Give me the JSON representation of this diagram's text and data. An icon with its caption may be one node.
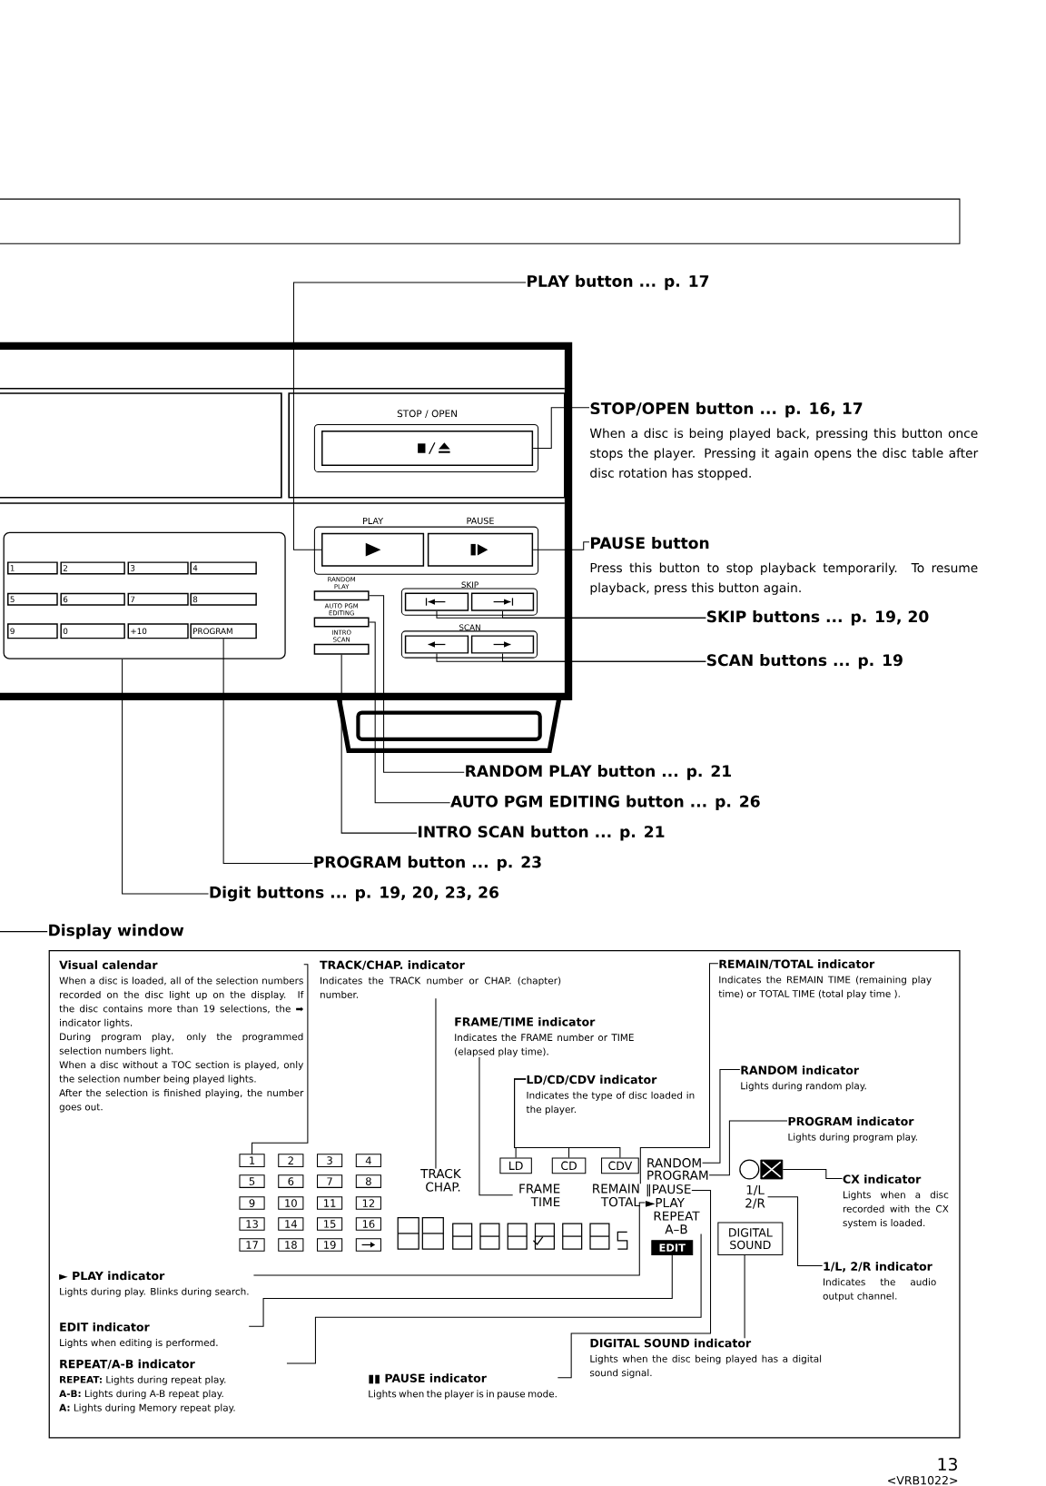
{
  "diagram": {
    "nodes": [
      {
        "text": [
          "PLAY button ... p. 17"
        ]
      },
      {
        "text": [
          "STOP/OPEN button ... p. 16, 17",
          "When a disc is being played back, pressing this button once stops the player. Pressing it again opens the disc table after disc rotation has stopped."
        ]
      },
      {
        "text": [
          "PAUSE button",
          "Press this button to stop playback temporarily. To resume playback, press this button again."
        ]
      },
      {
        "text": [
          "SKIP buttons ... p. 19, 20"
        ]
      },
      {
        "text": [
          "SCAN buttons ... p. 19"
        ]
      },
      {
        "text": [
          "RANDOM PLAY button ... p. 21"
        ]
      },
      {
        "text": [
          "AUTO PGM EDITING button ... p. 26"
        ]
      },
      {
        "text": [
          "INTRO SCAN button ... p. 21"
        ]
      },
      {
        "text": [
          "PROGRAM button ... p. 23"
        ]
      },
      {
        "text": [
          "Digit buttons ... p. 19, 20, 23, 26"
        ]
      },
      {
        "text": [
          "Display window"
        ]
      },
      {
        "text": [
          "STOP / OPEN"
        ]
      },
      {
        "text": [
          "PLAY"
        ]
      },
      {
        "text": [
          "PAUSE"
        ]
      },
      {
        "text": [],
        "shape": "box"
      },
      {
        "text": [],
        "shape": "box"
      },
      {
        "text": [],
        "shape": "box"
      },
      {
        "text": [],
        "shape": "box"
      },
      {
        "text": [
          "RANDOM PLAY"
        ]
      },
      {
        "text": [
          "AUTO PGM EDITING"
        ]
      },
      {
        "text": [
          "INTRO SCAN"
        ]
      },
      {
        "text": [],
        "shape": "box"
      },
      {
        "text": [
          "1"
        ],
        "in": 21
      },
      {
        "text": [
          "2"
        ],
        "in": 21
      },
      {
        "text": [
          "3"
        ],
        "in": 21
      },
      {
        "text": [
          "4"
        ],
        "in": 21
      },
      {
        "text": [
          "5"
        ],
        "in": 21
      },
      {
        "text": [
          "6"
        ],
        "in": 21
      },
      {
        "text": [
          "7"
        ],
        "in": 21
      },
      {
        "text": [
          "8"
        ],
        "in": 21
      },
      {
        "text": [
          "9"
        ],
        "in": 21
      },
      {
        "text": [
          "0"
        ],
        "in": 21
      },
      {
        "text": [
          "+10"
        ],
        "in": 21
      },
      {
        "text": [
          "PROGRAM"
        ],
        "in": 21
      },
      {
        "text": [
          "Visual calendar",
          "When a disc is loaded, all of the selection numbers recorded on the disc light up on the display. If the disc contains more than 19 selections, the ➡ indicator lights.",
          "During program play, only the programmed selection numbers light.",
          "When a disc without a TOC section is played, only the selection number being played lights.",
          "After the selection is finished playing, the number goes out."
        ]
      },
      {
        "text": [
          "TRACK/CHAP. indicator",
          "Indicates the TRACK number or CHAP. (chapter) number."
        ]
      },
      {
        "text": [
          "FRAME/TIME indicator",
          "Indicates the FRAME number or TIME (elapsed play time)."
        ]
      },
      {
        "text": [
          "LD/CD/CDV indicator",
          "Indicates the type of disc loaded in the player."
        ]
      },
      {
        "text": [
          "REMAIN/TOTAL indicator",
          "Indicates the REMAIN TIME (remaining play time) or TOTAL TIME (total play time )."
        ]
      },
      {
        "text": [
          "RANDOM indicator",
          "Lights during random play."
        ]
      },
      {
        "text": [
          "PROGRAM indicator",
          "Lights during program play."
        ]
      },
      {
        "text": [
          "CX indicator",
          "Lights when a disc recorded with the CX system is loaded."
        ]
      },
      {
        "text": [
          "1/L, 2/R indicator",
          "Indicates the audio output channel."
        ]
      },
      {
        "text": [
          "► PLAY indicator",
          "Lights during play. Blinks during search."
        ]
      },
      {
        "text": [
          "EDIT indicator",
          "Lights when editing is performed."
        ]
      },
      {
        "text": [
          "REPEAT/A-B indicator",
          "**REPEAT:** Lights during repeat play.",
          "**A-B:** Lights during A-B repeat play.",
          "**A:** Lights during Memory repeat play."
        ]
      },
      {
        "text": [
          "▮▮ PAUSE indicator",
          "Lights when the player is in pause mode."
        ]
      },
      {
        "text": [
          "DIGITAL SOUND indicator",
          "Lights when the disc being played has a digital sound signal."
        ]
      },
      {
        "text": [
          "1"
        ]
      },
      {
        "text": [
          "2"
        ]
      },
      {
        "text": [
          "3"
        ]
      },
      {
        "text": [
          "4"
        ]
      },
      {
        "text": [
          "5"
        ]
      },
      {
        "text": [
          "6"
        ]
      },
      {
        "text": [
          "7"
        ]
      },
      {
        "text": [
          "8"
        ]
      },
      {
        "text": [
          "9"
        ]
      },
      {
        "text": [
          "10"
        ]
      },
      {
        "text": [
          "11"
        ]
      },
      {
        "text": [
          "12"
        ]
      },
      {
        "text": [
          "13"
        ]
      },
      {
        "text": [
          "14"
        ]
      },
      {
        "text": [
          "15"
        ]
      },
      {
        "text": [
          "16"
        ]
      },
      {
        "text": [
          "17"
        ]
      },
      {
        "text": [
          "18"
        ]
      },
      {
        "text": [
          "19"
        ]
      },
      {
        "text": [],
        "shape": "box"
      },
      {
        "text": [
          "TRACK CHAP."
        ]
      },
      {
        "text": [
          "LD"
        ]
      },
      {
        "text": [
          "CD"
        ]
      },
      {
        "text": [
          "CDV"
        ]
      },
      {
        "text": [
          "FRAME TIME"
        ]
      },
      {
        "text": [
          "REMAIN TOTAL"
        ]
      },
      {
        "text": [
          "RANDOM"
        ]
      },
      {
        "text": [
          "PROGRAM"
        ]
      },
      {
        "text": [
          "‖PAUSE"
        ]
      },
      {
        "text": [
          "►PLAY"
        ]
      },
      {
        "text": [
          "REPEAT A–B"
        ]
      },
      {
        "text": [
          "EDIT"
        ]
      },
      {
        "text": [],
        "shape": "box"
      },
      {
        "text": [
          "1/L 2/R"
        ]
      },
      {
        "text": [
          "DIGITAL SOUND"
        ]
      }
    ],
    "edges": [
      {
        "from": 0,
        "to": 12,
        "arrow": "none"
      },
      {
        "from": 1,
        "to": 11,
        "arrow": "none"
      },
      {
        "from": 2,
        "to": 13,
        "arrow": "none"
      },
      {
        "from": 3,
        "to": 14,
        "arrow": "none"
      },
      {
        "from": 3,
        "to": 15,
        "arrow": "none"
      },
      {
        "from": 4,
        "to": 16,
        "arrow": "none"
      },
      {
        "from": 4,
        "to": 17,
        "arrow": "none"
      },
      {
        "from": 5,
        "to": 18,
        "arrow": "none"
      },
      {
        "from": 6,
        "to": 19,
        "arrow": "none"
      },
      {
        "from": 7,
        "to": 20,
        "arrow": "none"
      },
      {
        "from": 8,
        "to": 33,
        "arrow": "none"
      },
      {
        "from": 9,
        "to": 21,
        "arrow": "none"
      },
      {
        "from": 10,
        "to": null,
        "arrow": "none"
      },
      {
        "from": 34,
        "to": 48,
        "arrow": "none"
      },
      {
        "from": 35,
        "to": 68,
        "arrow": "none"
      },
      {
        "from": 36,
        "to": 72,
        "arrow": "none"
      },
      {
        "from": 37,
        "to": 69,
        "arrow": "none"
      },
      {
        "from": 37,
        "to": 70,
        "arrow": "none"
      },
      {
        "from": 37,
        "to": 71,
        "arrow": "none"
      },
      {
        "from": 38,
        "to": 73,
        "arrow": "none"
      },
      {
        "from": 39,
        "to": 74,
        "arrow": "none"
      },
      {
        "from": 40,
        "to": 75,
        "arrow": "none"
      },
      {
        "from": 41,
        "to": 80,
        "arrow": "none"
      },
      {
        "from": 42,
        "to": 81,
        "arrow": "none"
      },
      {
        "from": 43,
        "to": 77,
        "arrow": "none"
      },
      {
        "from": 44,
        "to": 79,
        "arrow": "none"
      },
      {
        "from": 45,
        "to": 78,
        "arrow": "none"
      },
      {
        "from": 46,
        "to": 76,
        "arrow": "none"
      },
      {
        "from": 47,
        "to": 82,
        "arrow": "none"
      }
    ],
    "labels": [
      "SKIP",
      "SCAN",
      "13",
      "<VRB1022>"
    ]
  }
}
